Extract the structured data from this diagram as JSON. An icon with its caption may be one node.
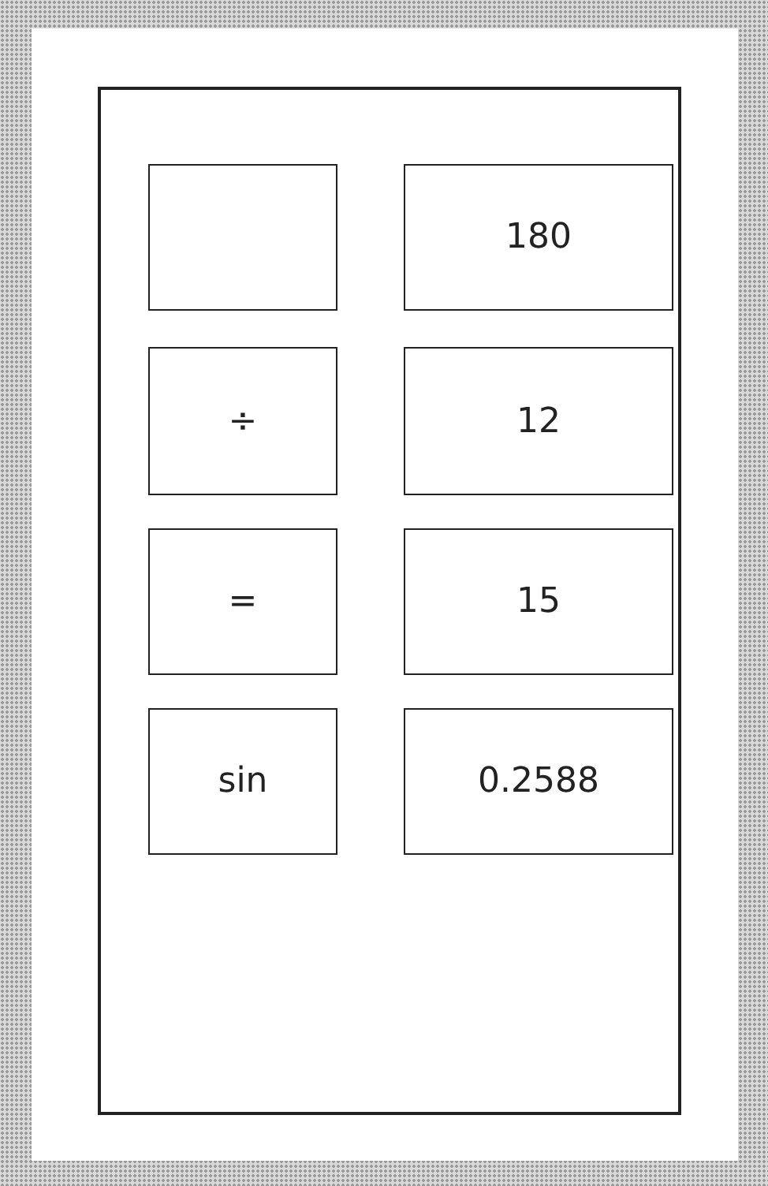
{
  "diagram": {
    "nodes": [
      {
        "text": [],
        "shape": "box"
      },
      {
        "text": [],
        "shape": "box",
        "in": 0
      },
      {
        "text": [
          "180"
        ],
        "in": 0
      },
      {
        "text": [
          "÷"
        ],
        "in": 0
      },
      {
        "text": [
          "12"
        ],
        "in": 0
      },
      {
        "text": [
          "="
        ],
        "in": 0
      },
      {
        "text": [
          "15"
        ],
        "in": 0
      },
      {
        "text": [
          "sin"
        ],
        "in": 0
      },
      {
        "text": [
          "0.2588"
        ],
        "in": 0
      }
    ]
  }
}
